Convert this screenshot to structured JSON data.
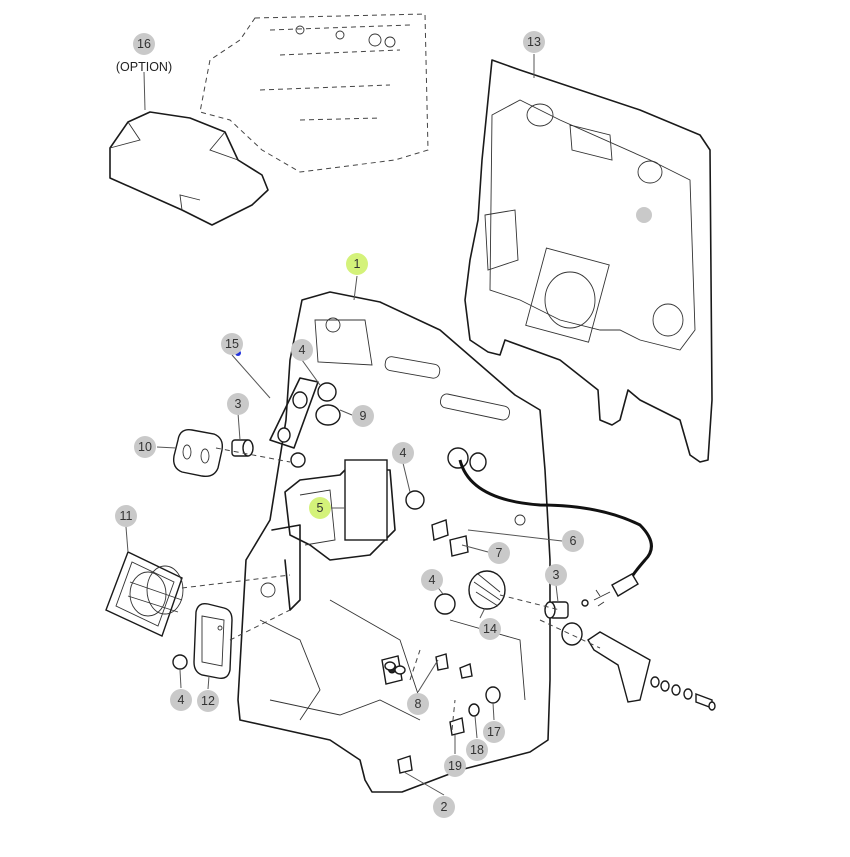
{
  "callouts": [
    {
      "id": "c1",
      "label": "1",
      "highlight": true
    },
    {
      "id": "c2",
      "label": "2",
      "highlight": false
    },
    {
      "id": "c3a",
      "label": "3",
      "highlight": false
    },
    {
      "id": "c3b",
      "label": "3",
      "highlight": false
    },
    {
      "id": "c4a",
      "label": "4",
      "highlight": false
    },
    {
      "id": "c4b",
      "label": "4",
      "highlight": false
    },
    {
      "id": "c4c",
      "label": "4",
      "highlight": false
    },
    {
      "id": "c4d",
      "label": "4",
      "highlight": false
    },
    {
      "id": "c5",
      "label": "5",
      "highlight": true
    },
    {
      "id": "c6",
      "label": "6",
      "highlight": false
    },
    {
      "id": "c7",
      "label": "7",
      "highlight": false
    },
    {
      "id": "c8",
      "label": "8",
      "highlight": false
    },
    {
      "id": "c9",
      "label": "9",
      "highlight": false
    },
    {
      "id": "c10",
      "label": "10",
      "highlight": false
    },
    {
      "id": "c11",
      "label": "11",
      "highlight": false
    },
    {
      "id": "c12",
      "label": "12",
      "highlight": false
    },
    {
      "id": "c13",
      "label": "13",
      "highlight": false
    },
    {
      "id": "c14",
      "label": "14",
      "highlight": false
    },
    {
      "id": "c15",
      "label": "15",
      "highlight": false
    },
    {
      "id": "c16",
      "label": "16",
      "highlight": false
    },
    {
      "id": "c17",
      "label": "17",
      "highlight": false
    },
    {
      "id": "c18",
      "label": "18",
      "highlight": false
    },
    {
      "id": "c19",
      "label": "19",
      "highlight": false
    }
  ],
  "option_caption": "(OPTION)",
  "colors": {
    "callout_fill": "#c9c9c9",
    "callout_highlight": "#d4f27a",
    "line": "#1a1a1a",
    "marker": "#2233dd"
  }
}
